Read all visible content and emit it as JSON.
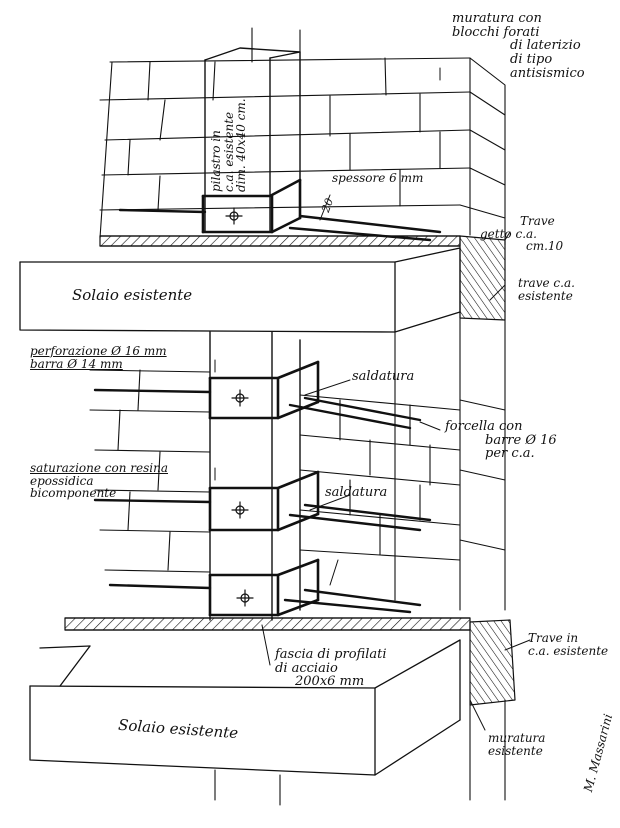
{
  "labels": {
    "muratura_top": [
      "muratura con",
      "blocchi forati",
      "di laterizio",
      "di tipo",
      "antisismico"
    ],
    "pilastro": [
      "pilastro in",
      "c.a. esistente",
      "dim. 40x40 cm."
    ],
    "spessore": "spessore 6 mm",
    "dim_20": "20",
    "trave_getto": [
      "Trave",
      "getto c.a.",
      "cm.10"
    ],
    "trave_esistente_top": [
      "trave c.a.",
      "esistente"
    ],
    "solaio_top": "Solaio esistente",
    "perforazione": [
      "perforazione Ø 16 mm",
      "barra Ø 14 mm"
    ],
    "saldatura_1": "saldatura",
    "forcella": [
      "forcella con",
      "barre Ø 16",
      "per c.a."
    ],
    "saturazione": [
      "saturazione con resina",
      "epossidica",
      "bicomponente"
    ],
    "saldatura_2": "saldatura",
    "fascia": [
      "fascia di profilati",
      "di acciaio",
      "200x6 mm"
    ],
    "trave_esistente_bottom": [
      "Trave in",
      "c.a. esistente"
    ],
    "solaio_bottom": "Solaio esistente",
    "muratura_bottom": [
      "muratura",
      "esistente"
    ],
    "signature": "M. Massarini"
  },
  "colors": {
    "ink": "#111111",
    "paper": "#ffffff"
  }
}
